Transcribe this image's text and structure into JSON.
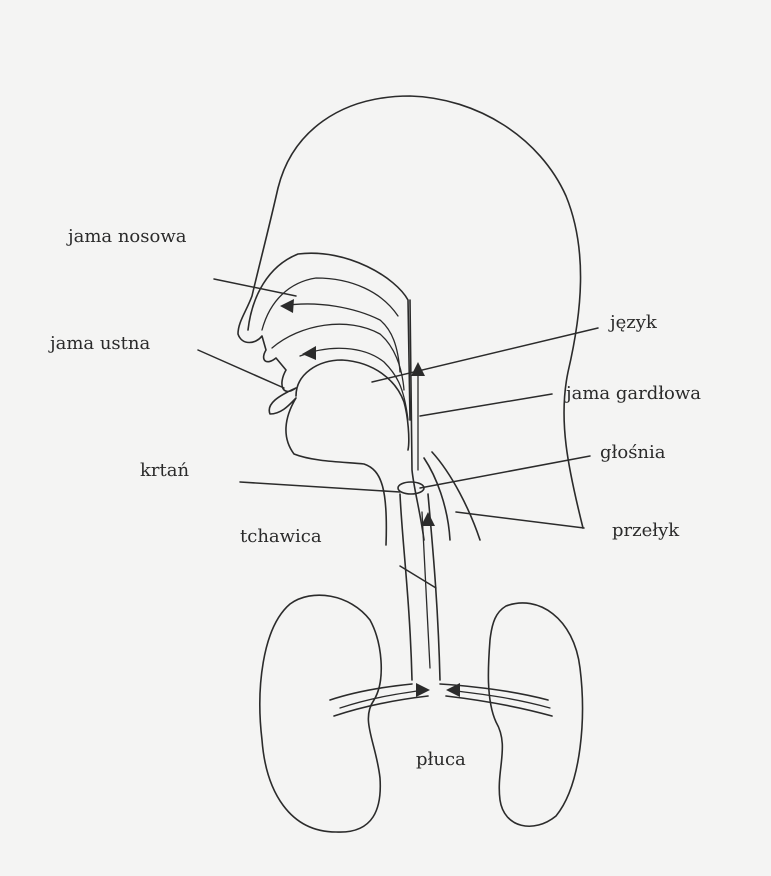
{
  "labels": {
    "jama_nosowa": "jama nosowa",
    "jama_ustna": "jama ustna",
    "jezyk": "język",
    "jama_gardlowa": "jama gardłowa",
    "glosnia": "głośnia",
    "krtan": "krtań",
    "przelyk": "przełyk",
    "tchawica": "tchawica",
    "pluca": "płuca"
  },
  "colors": {
    "paper": "#f4f4f3",
    "ink": "#2b2b2b"
  }
}
